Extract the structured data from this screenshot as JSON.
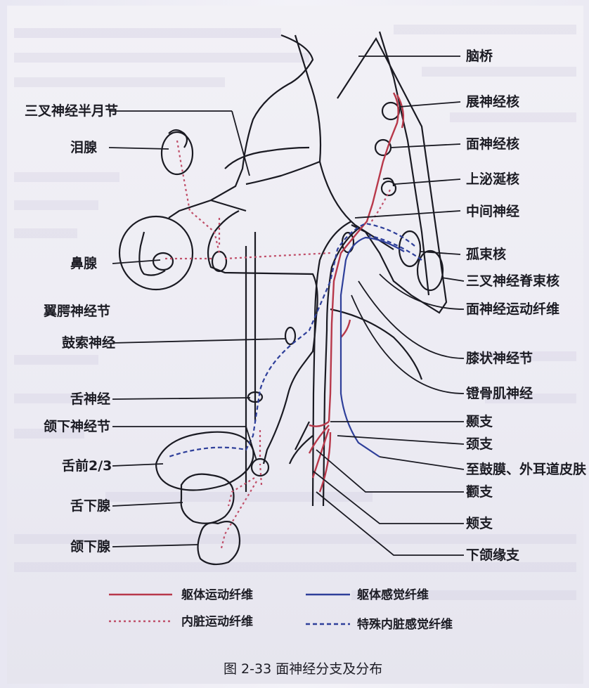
{
  "labels": {
    "naoqiao": "脑桥",
    "zhanshen": "展神经核",
    "mianshen": "面神经核",
    "shangmi": "上泌涎核",
    "zhongjian": "中间神经",
    "gushu": "孤束核",
    "sanchajisu": "三叉神经脊束核",
    "mianyundong": "面神经运动纤维",
    "xizhuang": "膝状神经节",
    "denggu": "镫骨肌神经",
    "niezhi": "颞支",
    "jingzhi": "颈支",
    "zhiguma": "至鼓膜、外耳道皮肤",
    "quanzhi": "颧支",
    "jiazhi": "颊支",
    "xiahe": "下颌缘支",
    "sanbanyue": "三叉神经半月节",
    "leixian": "泪腺",
    "bixian": "鼻腺",
    "yiekou": "翼腭神经节",
    "gusuo": "鼓索神经",
    "sheshen": "舌神经",
    "hexia": "颌下神经节",
    "sheqian": "舌前2/3",
    "shexia": "舌下腺",
    "hexiaxian": "颌下腺"
  },
  "legend": {
    "somatic_motor": "躯体运动纤维",
    "somatic_sensory": "躯体感觉纤维",
    "visceral_motor": "内脏运动纤维",
    "special_visceral_sensory": "特殊内脏感觉纤维"
  },
  "caption": "图 2-33   面神经分支及分布",
  "colors": {
    "motor": "#b8384a",
    "sensory": "#2e3f9a",
    "outline": "#1a1a22"
  }
}
